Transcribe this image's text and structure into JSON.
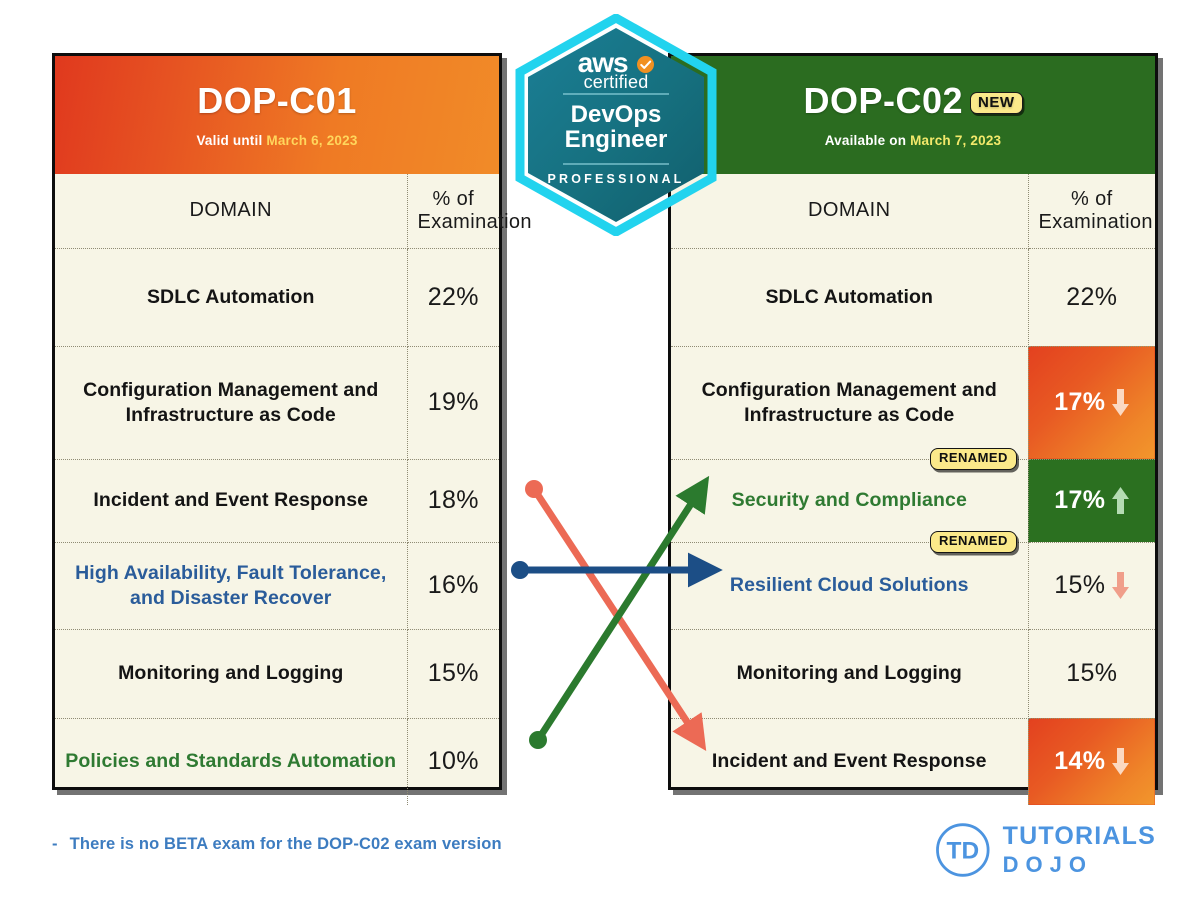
{
  "badge": {
    "brand": "aws",
    "certified": "certified",
    "role_line1": "DevOps",
    "role_line2": "Engineer",
    "level": "PROFESSIONAL",
    "check_icon": "aws-smile-check-icon"
  },
  "left": {
    "title": "DOP-C01",
    "validity_prefix": "Valid until",
    "validity_date": "March 6, 2023",
    "columns": [
      "DOMAIN",
      "% of\nExamination"
    ],
    "col_domain": "DOMAIN",
    "col_pct_line1": "% of",
    "col_pct_line2": "Examination",
    "rows": [
      {
        "domain": "SDLC Automation",
        "pct": "22%",
        "color": "black",
        "fill": "none",
        "trend": "none"
      },
      {
        "domain": "Configuration Management and\nInfrastructure as Code",
        "domain_line1": "Configuration Management and",
        "domain_line2": "Infrastructure as Code",
        "pct": "19%",
        "color": "black",
        "fill": "none",
        "trend": "none"
      },
      {
        "domain": "Incident and Event Response",
        "pct": "18%",
        "color": "black",
        "fill": "none",
        "trend": "none"
      },
      {
        "domain": "High Availability, Fault Tolerance,\nand Disaster Recover",
        "domain_line1": "High Availability, Fault Tolerance,",
        "domain_line2": "and Disaster Recover",
        "pct": "16%",
        "color": "blue",
        "fill": "none",
        "trend": "none"
      },
      {
        "domain": "Monitoring and Logging",
        "pct": "15%",
        "color": "black",
        "fill": "none",
        "trend": "none"
      },
      {
        "domain": "Policies and Standards Automation",
        "pct": "10%",
        "color": "green",
        "fill": "none",
        "trend": "none"
      }
    ]
  },
  "right": {
    "title": "DOP-C02",
    "title_badge": "NEW",
    "validity_prefix": "Available on",
    "validity_date": "March 7, 2023",
    "col_domain": "DOMAIN",
    "col_pct_line1": "% of",
    "col_pct_line2": "Examination",
    "rows": [
      {
        "domain": "SDLC Automation",
        "pct": "22%",
        "color": "black",
        "fill": "none",
        "trend": "none",
        "tag": ""
      },
      {
        "domain": "Configuration Management and\nInfrastructure as Code",
        "domain_line1": "Configuration Management and",
        "domain_line2": "Infrastructure as Code",
        "pct": "17%",
        "color": "black",
        "fill": "orange",
        "trend": "down",
        "tag": ""
      },
      {
        "domain": "Security and Compliance",
        "pct": "17%",
        "color": "green",
        "fill": "green",
        "trend": "up",
        "tag": "RENAMED"
      },
      {
        "domain": "Resilient Cloud Solutions",
        "pct": "15%",
        "color": "blue",
        "fill": "none",
        "trend": "down-salmon",
        "tag": "RENAMED"
      },
      {
        "domain": "Monitoring and Logging",
        "pct": "15%",
        "color": "black",
        "fill": "none",
        "trend": "none",
        "tag": ""
      },
      {
        "domain": "Incident and Event Response",
        "pct": "14%",
        "color": "black",
        "fill": "orange",
        "trend": "down",
        "tag": ""
      }
    ]
  },
  "connectors": [
    {
      "name": "incident-response-moved-down",
      "color": "#ec6a55",
      "from": "DOP-C01 Incident and Event Response 18%",
      "to": "DOP-C02 Incident and Event Response 14%"
    },
    {
      "name": "policies-to-security-compliance",
      "color": "#2b7a2e",
      "from": "DOP-C01 Policies and Standards Automation 10%",
      "to": "DOP-C02 Security and Compliance 17%"
    },
    {
      "name": "high-availability-to-resilient-cloud",
      "color": "#1c4e86",
      "from": "DOP-C01 High Availability, Fault Tolerance, and Disaster Recover 16%",
      "to": "DOP-C02 Resilient Cloud Solutions 15%"
    }
  ],
  "footnote": {
    "dash": "-",
    "text": "There is no BETA exam for the DOP-C02 exam version"
  },
  "logo": {
    "monogram": "TD",
    "line1": "TUTORIALS",
    "line2": "DOJO"
  },
  "colors": {
    "orange_fill_start": "#e3411f",
    "orange_fill_end": "#f2962c",
    "green_fill": "#2b7020",
    "green_banner": "#2b6c20",
    "badge_yellow": "#fbe98a",
    "blue_text": "#2a5c9a",
    "green_text": "#2f7a32",
    "footnote_blue": "#3d7cc0",
    "paper": "#f7f5e6",
    "aws_cyan": "#22d3ee",
    "aws_teal": "#1b7f96"
  }
}
